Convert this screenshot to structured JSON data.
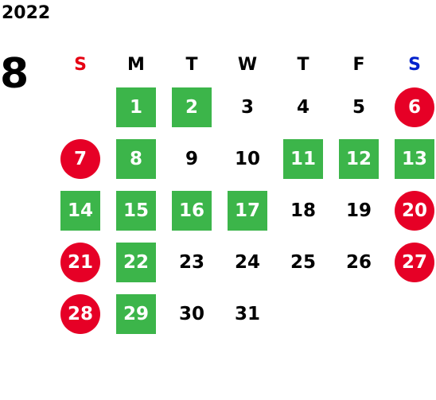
{
  "calendar": {
    "year": "2022",
    "month": "8",
    "weekdays": [
      "S",
      "M",
      "T",
      "W",
      "T",
      "F",
      "S"
    ],
    "colors": {
      "holiday_circle": "#e60026",
      "highlight_square": "#3cb54a",
      "sunday_header": "#e60012",
      "saturday_header": "#0022cc"
    },
    "weeks": [
      [
        {
          "day": "",
          "style": "empty"
        },
        {
          "day": "1",
          "style": "green"
        },
        {
          "day": "2",
          "style": "green"
        },
        {
          "day": "3",
          "style": "plain"
        },
        {
          "day": "4",
          "style": "plain"
        },
        {
          "day": "5",
          "style": "plain"
        },
        {
          "day": "6",
          "style": "red"
        }
      ],
      [
        {
          "day": "7",
          "style": "red"
        },
        {
          "day": "8",
          "style": "green"
        },
        {
          "day": "9",
          "style": "plain"
        },
        {
          "day": "10",
          "style": "plain"
        },
        {
          "day": "11",
          "style": "green"
        },
        {
          "day": "12",
          "style": "green"
        },
        {
          "day": "13",
          "style": "green"
        }
      ],
      [
        {
          "day": "14",
          "style": "green"
        },
        {
          "day": "15",
          "style": "green"
        },
        {
          "day": "16",
          "style": "green"
        },
        {
          "day": "17",
          "style": "green"
        },
        {
          "day": "18",
          "style": "plain"
        },
        {
          "day": "19",
          "style": "plain"
        },
        {
          "day": "20",
          "style": "red"
        }
      ],
      [
        {
          "day": "21",
          "style": "red"
        },
        {
          "day": "22",
          "style": "green"
        },
        {
          "day": "23",
          "style": "plain"
        },
        {
          "day": "24",
          "style": "plain"
        },
        {
          "day": "25",
          "style": "plain"
        },
        {
          "day": "26",
          "style": "plain"
        },
        {
          "day": "27",
          "style": "red"
        }
      ],
      [
        {
          "day": "28",
          "style": "red"
        },
        {
          "day": "29",
          "style": "green"
        },
        {
          "day": "30",
          "style": "plain"
        },
        {
          "day": "31",
          "style": "plain"
        },
        {
          "day": "",
          "style": "empty"
        },
        {
          "day": "",
          "style": "empty"
        },
        {
          "day": "",
          "style": "empty"
        }
      ]
    ]
  }
}
